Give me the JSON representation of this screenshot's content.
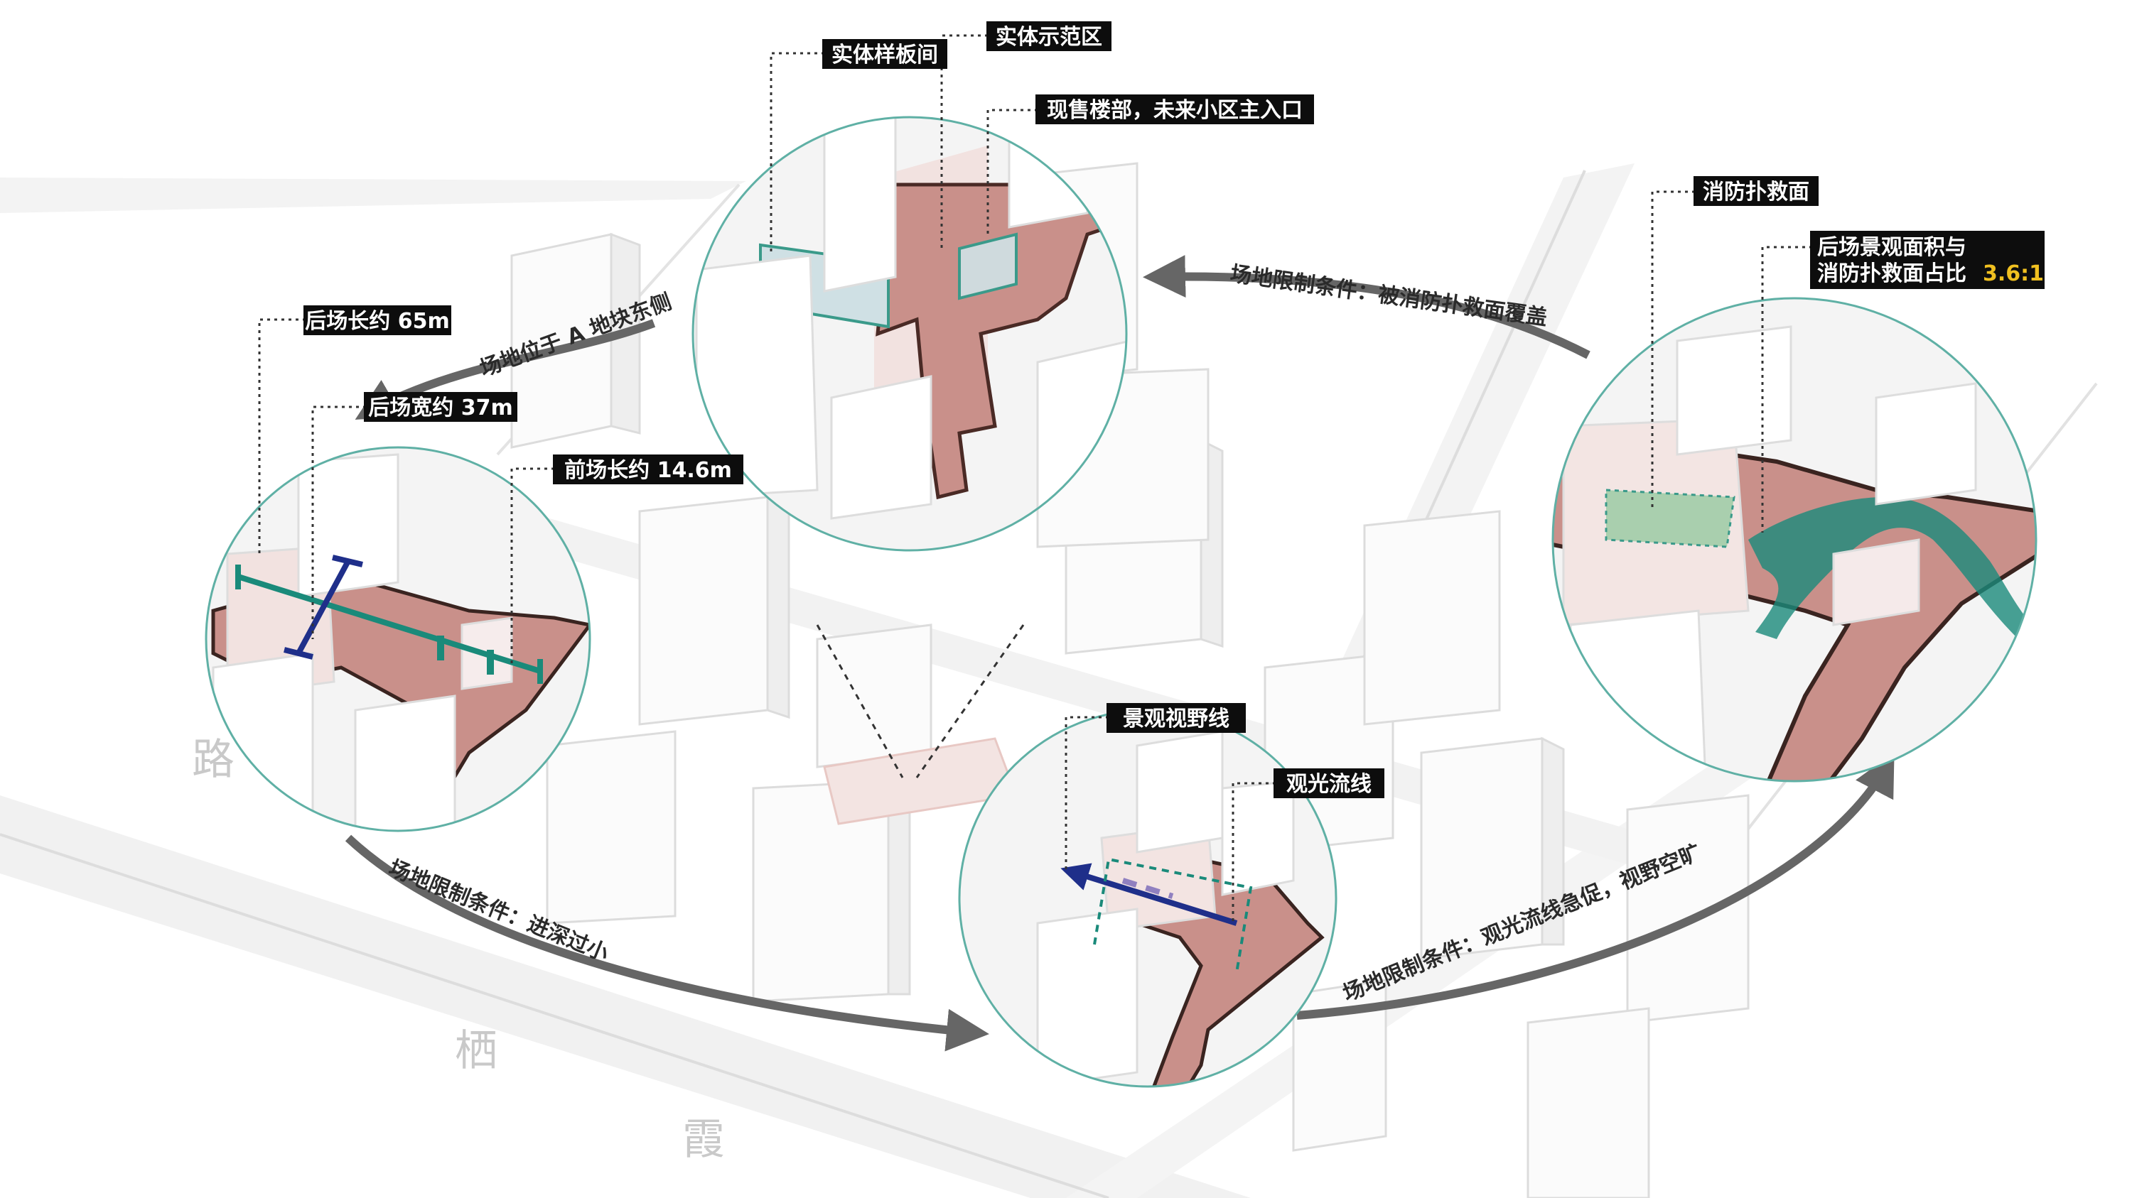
{
  "labels": {
    "sample_room": "实体样板间",
    "demo_area": "实体示范区",
    "sales_building": "现售楼部，未来小区主入口",
    "fire_rescue": "消防扑救面",
    "ratio_line1": "后场景观面积与",
    "ratio_line2": "消防扑救面占比",
    "ratio_value": "3.6:1",
    "rear_length": "后场长约 65m",
    "rear_width": "后场宽约 37m",
    "front_length": "前场长约 14.6m",
    "view_line": "景观视野线",
    "tour_line": "观光流线"
  },
  "captions": {
    "site_location": "场地位于 A 地块东侧",
    "limit_fire": "场地限制条件：被消防扑救面覆盖",
    "limit_depth": "场地限制条件：进深过小",
    "limit_tour": "场地限制条件：观光流线急促，视野空旷"
  },
  "road_names": {
    "char1": "栖",
    "char2": "霞",
    "char3": "路"
  },
  "colors": {
    "label_bg": "#0d0d0d",
    "accent_ratio": "#f0c020",
    "site_fill": "#c9908a",
    "teal": "#1a8a7a",
    "navy": "#1f2f8a",
    "arrow": "#666666",
    "circle_stroke": "#5fb0a5"
  }
}
